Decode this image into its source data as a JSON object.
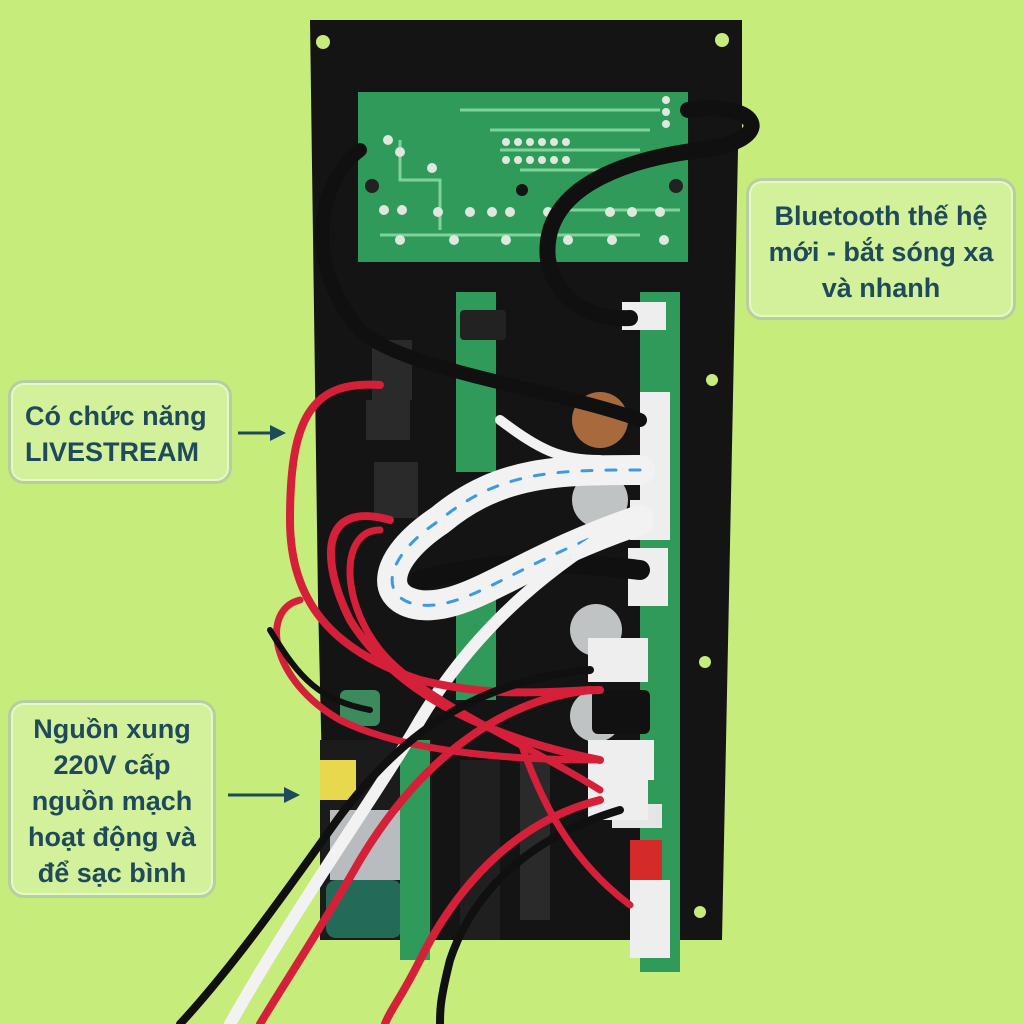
{
  "colors": {
    "background": "#c6ec7c",
    "callout_fill": "#d3f09a",
    "callout_border": "#b7cfa0",
    "callout_text": "#1f4a5c",
    "arrow": "#1f4a5c",
    "panel": "#141414",
    "pcb_green": "#2f9a5a",
    "wire_red": "#d5203a",
    "wire_black": "#101010",
    "ribbon": "#f2f2f2",
    "ribbon_stripe": "#3b9be0"
  },
  "callouts": {
    "bluetooth": {
      "line1": "Bluetooth thế hệ",
      "line2": "mới - bắt sóng xa",
      "line3": "và nhanh"
    },
    "livestream": {
      "line1": "Có chức năng",
      "line2": "LIVESTREAM"
    },
    "power": {
      "line1": "Nguồn xung",
      "line2": "220V cấp",
      "line3": "nguồn mạch",
      "line4": "hoạt động và",
      "line5": "để sạc bình"
    }
  },
  "icons": {
    "arrow_livestream": "arrow-right-icon",
    "arrow_power": "arrow-right-icon"
  }
}
